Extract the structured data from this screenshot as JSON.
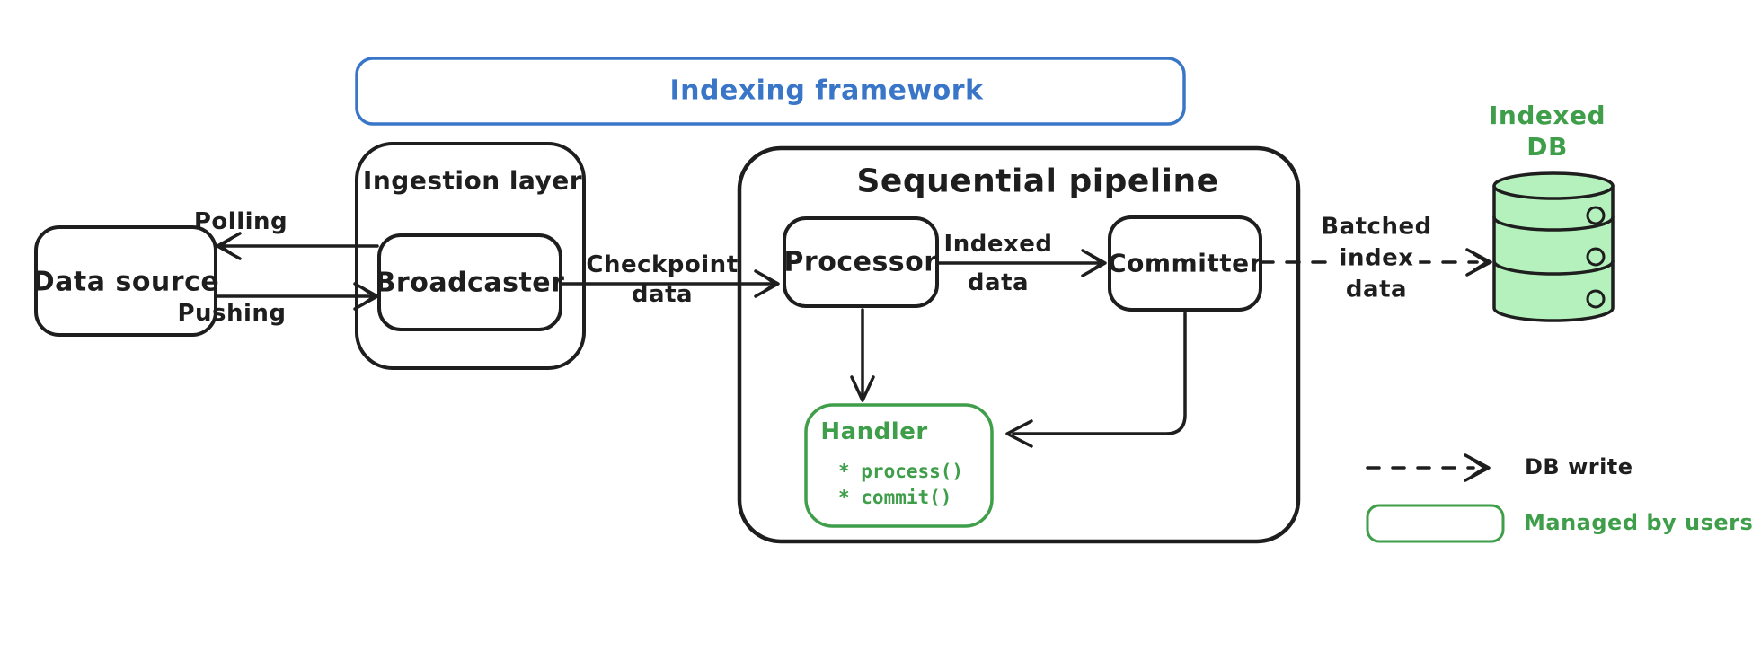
{
  "title": {
    "framework": "Indexing framework"
  },
  "nodes": {
    "data_source": "Data source",
    "ingestion_layer": "Ingestion layer",
    "broadcaster": "Broadcaster",
    "pipeline": "Sequential pipeline",
    "processor": "Processor",
    "committer": "Committer",
    "handler": {
      "title": "Handler",
      "method_1": "* process()",
      "method_2": "* commit()"
    },
    "indexed_db": {
      "line1": "Indexed",
      "line2": "DB"
    }
  },
  "edges": {
    "polling": "Polling",
    "pushing": "Pushing",
    "checkpoint": {
      "line1": "Checkpoint",
      "line2": "data"
    },
    "indexed": {
      "line1": "Indexed",
      "line2": "data"
    },
    "batched": {
      "line1": "Batched",
      "line2": "index",
      "line3": "data"
    }
  },
  "legend": {
    "db_write": "DB write",
    "managed_by_users": "Managed by users"
  },
  "colors": {
    "stroke": "#1e1e1e",
    "blue": "#3a76c8",
    "green": "#3f9e49",
    "green_fill": "#b5f1bd"
  }
}
